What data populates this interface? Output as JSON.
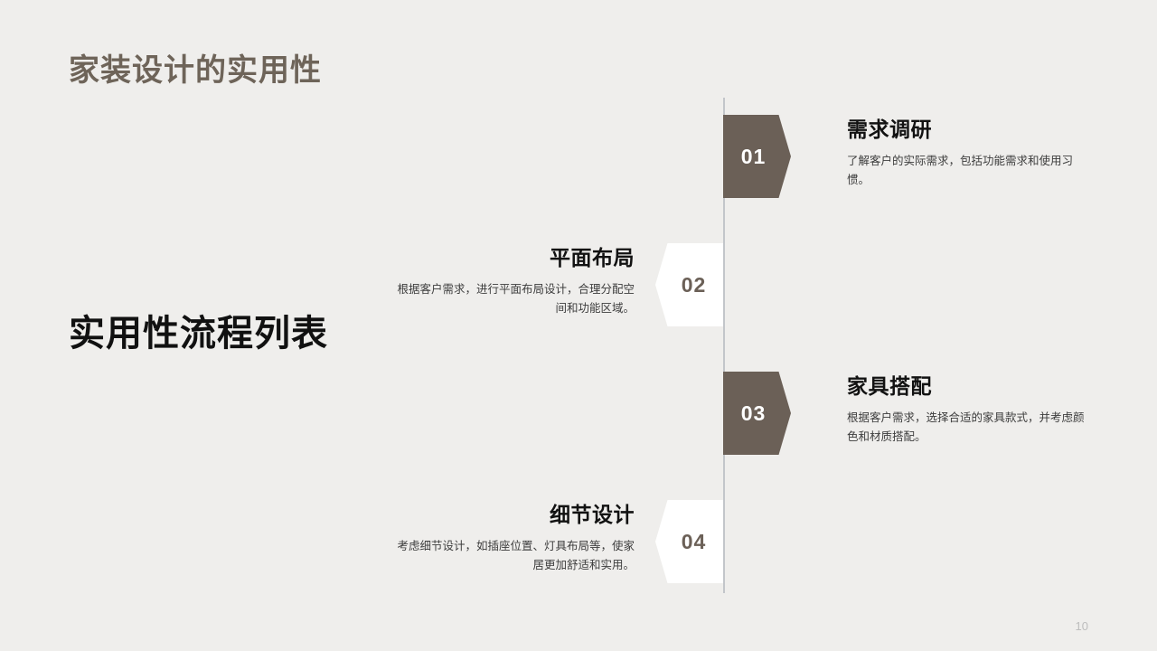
{
  "slide": {
    "header_title": "家装设计的实用性",
    "main_title": "实用性流程列表",
    "page_number": "10",
    "accent_color": "#6B6057",
    "header_color": "#6E6459",
    "background_color": "#EFEEEC",
    "spine_color": "#C3C6CA"
  },
  "steps": [
    {
      "number": "01",
      "side": "right",
      "heading": "需求调研",
      "description": "了解客户的实际需求，包括功能需求和使用习惯。"
    },
    {
      "number": "02",
      "side": "left",
      "heading": "平面布局",
      "description": "根据客户需求，进行平面布局设计，合理分配空间和功能区域。"
    },
    {
      "number": "03",
      "side": "right",
      "heading": "家具搭配",
      "description": "根据客户需求，选择合适的家具款式，并考虑颜色和材质搭配。"
    },
    {
      "number": "04",
      "side": "left",
      "heading": "细节设计",
      "description": "考虑细节设计，如插座位置、灯具布局等，使家居更加舒适和实用。"
    }
  ]
}
